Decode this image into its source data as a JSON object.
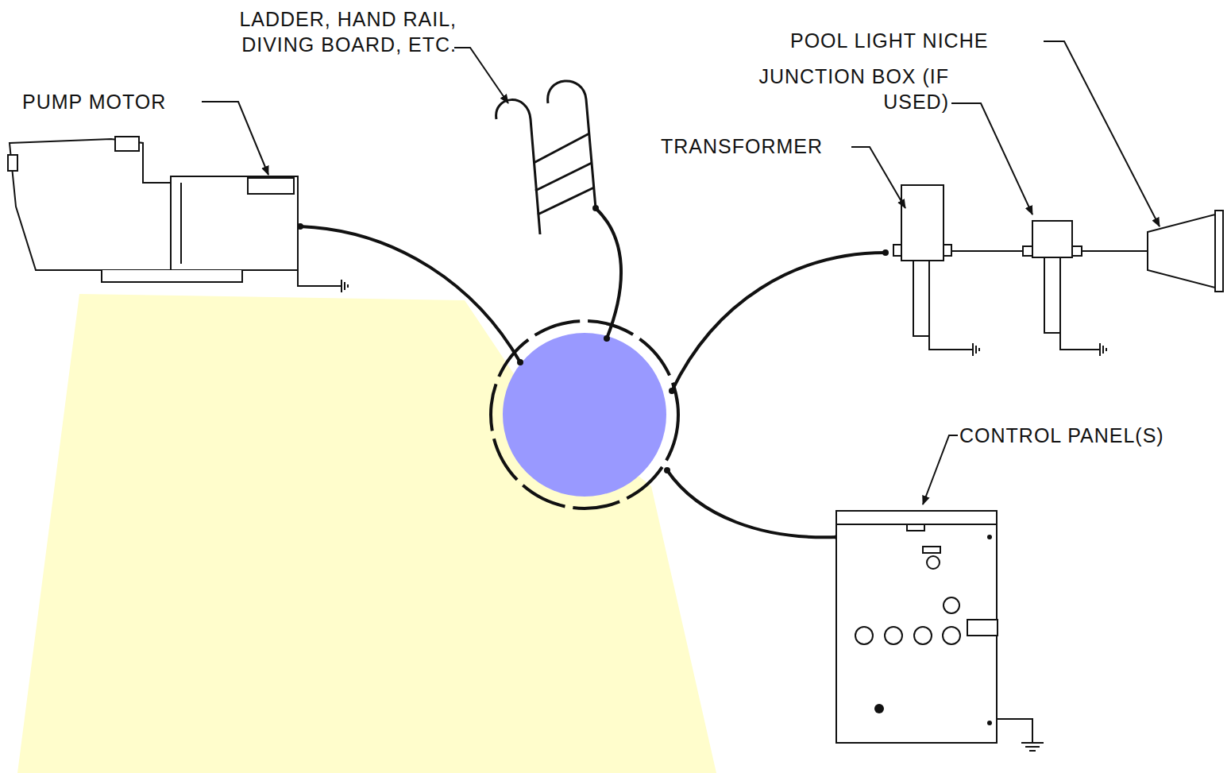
{
  "diagram": {
    "labels": [
      "PUMP MOTOR",
      "LADDER, HAND RAIL, DIVING BOARD, ETC.",
      "POOL LIGHT NICHE",
      "JUNCTION BOX (IF USED)",
      "TRANSFORMER",
      "CONTROL PANEL(S)"
    ]
  }
}
